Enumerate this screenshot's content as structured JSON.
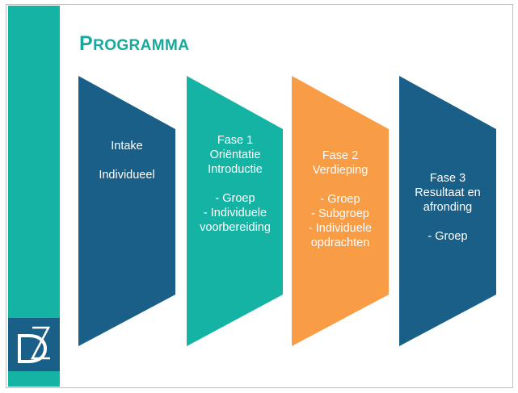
{
  "title": {
    "first_letter": "P",
    "rest": "ROGRAMMA"
  },
  "colors": {
    "accent_teal": "#14b3a4",
    "dark_blue": "#195f87",
    "orange": "#f89c46",
    "title_teal": "#16a99c"
  },
  "logo": {
    "icon": "dz-logo-icon"
  },
  "phases": [
    {
      "lines": [
        "Intake",
        "",
        "Individueel"
      ]
    },
    {
      "lines": [
        "Fase 1",
        "Oriëntatie",
        "Introductie",
        "",
        "- Groep",
        "- Individuele",
        "voorbereiding"
      ]
    },
    {
      "lines": [
        "Fase 2",
        "Verdieping",
        "",
        "- Groep",
        "- Subgroep",
        "- Individuele",
        "opdrachten"
      ]
    },
    {
      "lines": [
        "Fase 3",
        "Resultaat en",
        "afronding",
        "",
        "- Groep"
      ]
    }
  ]
}
